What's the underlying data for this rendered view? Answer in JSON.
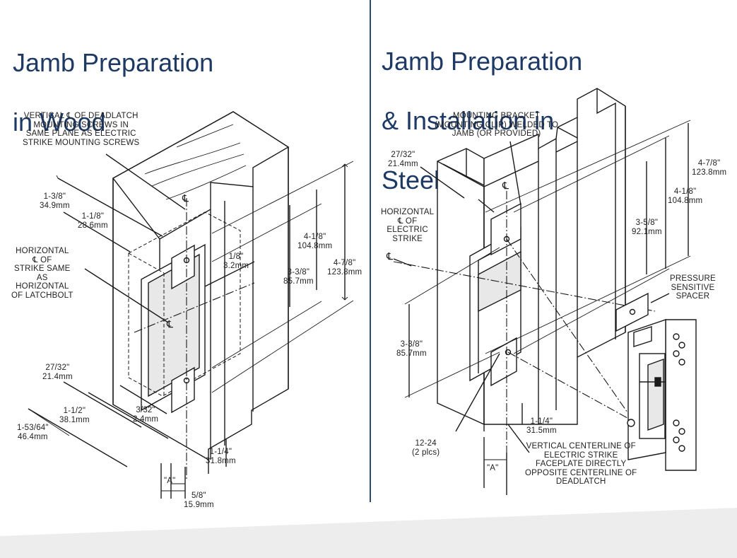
{
  "left_panel": {
    "title_lines": [
      "Jamb Preparation",
      "in Wood"
    ],
    "labels": {
      "vertical_cl": [
        "VERTICAL ℄ OF DEADLATCH",
        "MOUNTING SCREWS IN",
        "SAME PLANE AS ELECTRIC",
        "STRIKE MOUNTING SCREWS"
      ],
      "horizontal_cl": [
        "HORIZONTAL",
        "℄ OF",
        "STRIKE SAME",
        "AS",
        "HORIZONTAL",
        "OF LATCHBOLT"
      ],
      "dim_1_3_8": [
        "1-3/8\"",
        "34.9mm"
      ],
      "dim_1_1_8": [
        "1-1/8\"",
        "28.6mm"
      ],
      "dim_1_8": [
        "1/8\"",
        "3.2mm"
      ],
      "dim_4_1_8": [
        "4-1/8\"",
        "104.8mm"
      ],
      "dim_3_3_8": [
        "3-3/8\"",
        "85.7mm"
      ],
      "dim_4_7_8": [
        "4-7/8\"",
        "123.8mm"
      ],
      "dim_27_32": [
        "27/32\"",
        "21.4mm"
      ],
      "dim_1_1_2": [
        "1-1/2\"",
        "38.1mm"
      ],
      "dim_3_32": [
        "3/32\"",
        "2.4mm"
      ],
      "dim_1_53_64": [
        "1-53/64\"",
        "46.4mm"
      ],
      "dim_1_1_4": [
        "1-1/4\"",
        "31.8mm"
      ],
      "dim_a": [
        "\"A\""
      ],
      "dim_5_8": [
        "5/8\"",
        "15.9mm"
      ],
      "cl_symbol": "℄"
    }
  },
  "right_panel": {
    "title_lines": [
      "Jamb Preparation",
      "& Installation in",
      "Steel"
    ],
    "labels": {
      "mounting_bracket": [
        "MOUNTING BRACKET",
        "(MOUNTING CLIP) WELDED TO",
        "JAMB (OR PROVIDED)"
      ],
      "dim_27_32": [
        "27/32\"",
        "21.4mm"
      ],
      "horizontal_cl": [
        "HORIZONTAL",
        "℄ OF",
        "ELECTRIC",
        "STRIKE"
      ],
      "dim_4_7_8": [
        "4-7/8\"",
        "123.8mm"
      ],
      "dim_4_1_8": [
        "4-1/8\"",
        "104.8mm"
      ],
      "dim_3_5_8": [
        "3-5/8\"",
        "92.1mm"
      ],
      "pressure_spacer": [
        "PRESSURE",
        "SENSITIVE",
        "SPACER"
      ],
      "dim_3_3_8": [
        "3-3/8\"",
        "85.7mm"
      ],
      "dim_1_1_4": [
        "1-1/4\"",
        "31.5mm"
      ],
      "screw_12_24": [
        "12-24",
        "(2 plcs)"
      ],
      "vertical_centerline": [
        "VERTICAL CENTERLINE OF",
        "ELECTRIC STRIKE",
        "FACEPLATE DIRECTLY",
        "OPPOSITE CENTERLINE OF",
        "DEADLATCH"
      ],
      "dim_a": [
        "\"A\""
      ],
      "cl_symbol": "℄"
    }
  },
  "colors": {
    "title": "#1e3a64",
    "divider": "#2e4a72",
    "line_art": "#1a1a1a",
    "bottom_band": "#ededed"
  }
}
